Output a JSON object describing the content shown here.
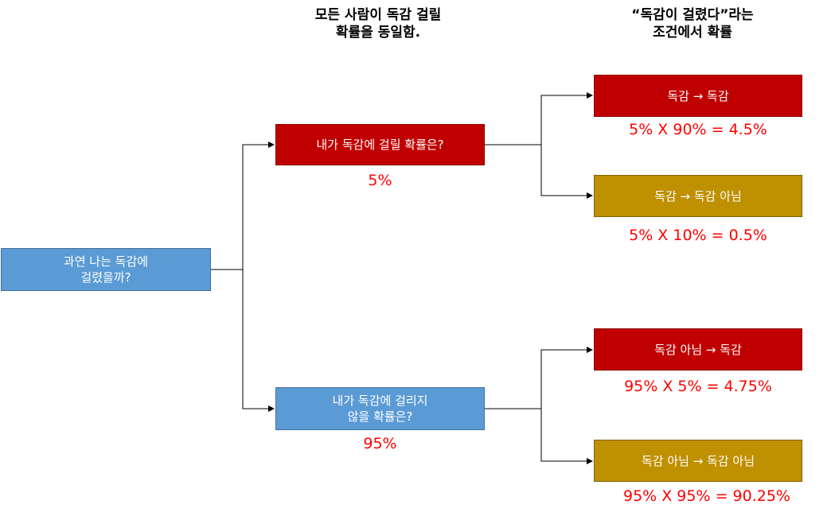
{
  "headers": {
    "left": "모든 사람이 독감 걸릴\n확률을 동일함.",
    "right": "“독감이 걸렸다”라는\n조건에서 확률"
  },
  "root": {
    "label": "과연 나는 독감에\n걸렸을까?"
  },
  "level1": [
    {
      "label": "내가 독감에 걸릴 확률은?",
      "prob": "5%"
    },
    {
      "label": "내가 독감에 걸리지\n않을 확률은?",
      "prob": "95%"
    }
  ],
  "level2": [
    {
      "label": "독감 → 독감",
      "prob": "5% X 90% = 4.5%"
    },
    {
      "label": "독감 → 독감 아님",
      "prob": "5% X 10% = 0.5%"
    },
    {
      "label": "독감 아님 → 독감",
      "prob": "95% X 5% = 4.75%"
    },
    {
      "label": "독감 아님  → 독감 아님",
      "prob": "95% X 95% = 90.25%"
    }
  ],
  "colors": {
    "blue": "#5b9bd5",
    "red": "#c00000",
    "gold": "#bf9000",
    "prob_text": "#ff0000"
  }
}
